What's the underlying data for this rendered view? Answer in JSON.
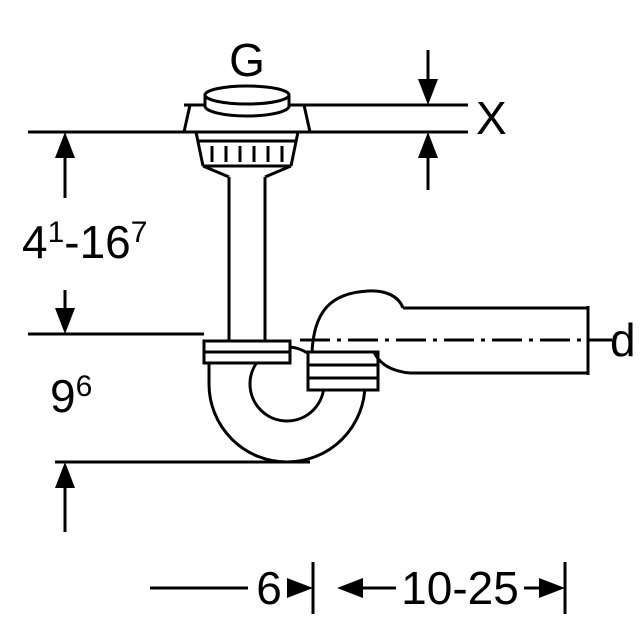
{
  "figure": {
    "type": "technical-dimension-drawing",
    "subject": "bottle-trap-with-horizontal-outlet",
    "colors": {
      "line": "#000000",
      "background": "#ffffff"
    },
    "labels": {
      "thread_size": "G",
      "dim_x": "X",
      "pipe_diameter": "d",
      "dim_offset": "6",
      "dim_length_range": "10-25",
      "dim_height_top": {
        "base": "4",
        "sup_a": "1",
        "mid": "-16",
        "sup_b": "7"
      },
      "dim_height_bottom": {
        "base": "9",
        "sup": "6"
      }
    }
  }
}
